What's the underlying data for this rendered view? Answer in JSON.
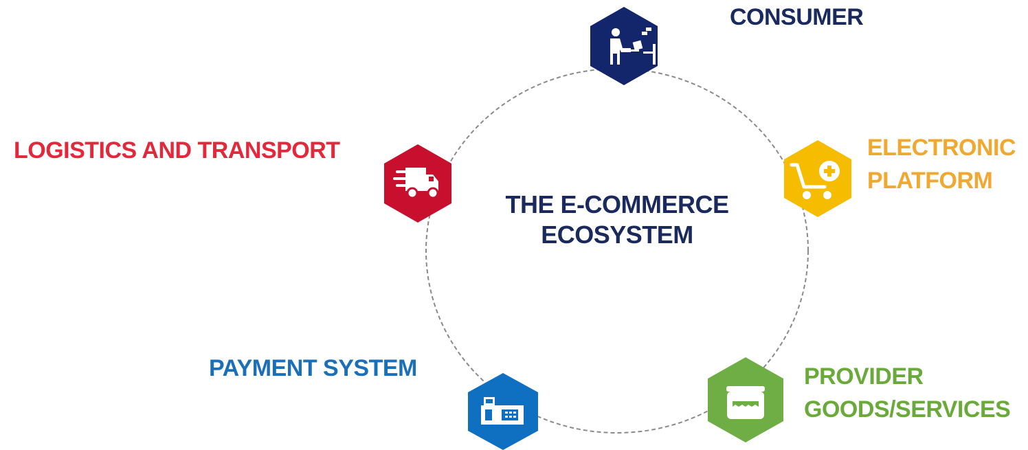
{
  "center": {
    "line1": "THE E-COMMERCE",
    "line2": "ECOSYSTEM",
    "color": "#1a2a5e"
  },
  "nodes": [
    {
      "id": "consumer",
      "icon": "person-at-laptop-icon",
      "color": "#13266b",
      "label_lines": [
        "CONSUMER"
      ],
      "label_color": "#1a2a5e"
    },
    {
      "id": "electronic-platform",
      "icon": "shopping-cart-plus-icon",
      "color": "#f5bc00",
      "label_lines": [
        "ELECTRONIC",
        "PLATFORM"
      ],
      "label_color": "#f0a830"
    },
    {
      "id": "provider",
      "icon": "storefront-icon",
      "color": "#6fae44",
      "label_lines": [
        "PROVIDER",
        "GOODS/SERVICES"
      ],
      "label_color": "#6aaa3a"
    },
    {
      "id": "payment-system",
      "icon": "cash-register-icon",
      "color": "#0f6fc0",
      "label_lines": [
        "PAYMENT SYSTEM"
      ],
      "label_color": "#1a6fb8"
    },
    {
      "id": "logistics",
      "icon": "delivery-truck-icon",
      "color": "#c8102e",
      "label_lines": [
        "LOGISTICS AND TRANSPORT"
      ],
      "label_color": "#e2283b"
    }
  ],
  "ring": {
    "style": "dashed",
    "color": "#8a8a8a"
  }
}
